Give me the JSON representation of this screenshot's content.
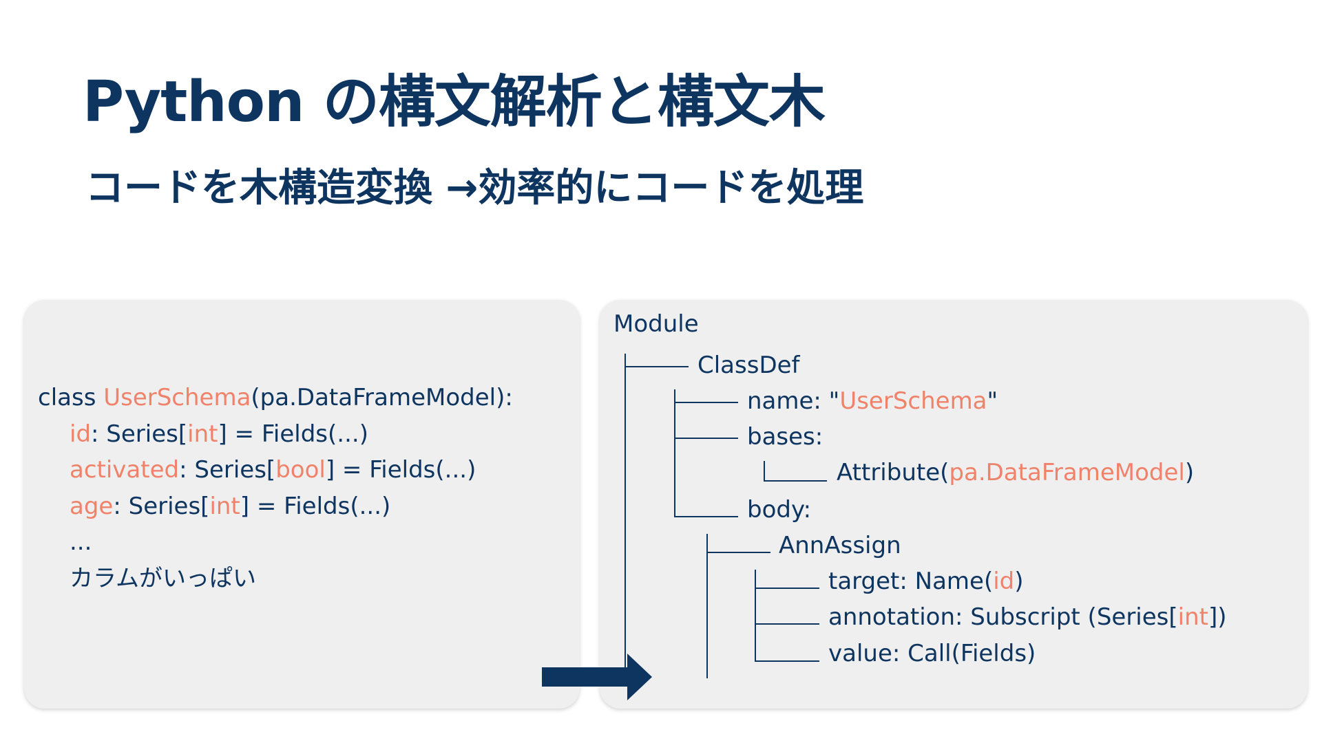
{
  "slide": {
    "title": "Python の構文解析と構文木",
    "subtitle": "コードを木構造変換 →効率的にコードを処理"
  },
  "code_panel": {
    "lines": [
      {
        "parts": [
          "class ",
          "UserSchema",
          "(pa.DataFrameModel):"
        ]
      },
      {
        "parts": [
          "id",
          ": Series[",
          "int",
          "] = Fields(...)"
        ]
      },
      {
        "parts": [
          "activated",
          ": Series[",
          "bool",
          "] = Fields(...)"
        ]
      },
      {
        "parts": [
          "age",
          ": Series[",
          "int",
          "] = Fields(...)"
        ]
      },
      {
        "parts": [
          "..."
        ]
      },
      {
        "parts": [
          "カラムがいっぱい"
        ]
      }
    ]
  },
  "tree_panel": {
    "root": "Module",
    "nodes": [
      {
        "parts": [
          "ClassDef"
        ]
      },
      {
        "parts": [
          "name: \"",
          "UserSchema",
          "\""
        ]
      },
      {
        "parts": [
          "bases:"
        ]
      },
      {
        "parts": [
          "Attribute(",
          "pa.DataFrameModel",
          ")"
        ]
      },
      {
        "parts": [
          "body:"
        ]
      },
      {
        "parts": [
          "AnnAssign"
        ]
      },
      {
        "parts": [
          "target: Name(",
          "id",
          ")"
        ]
      },
      {
        "parts": [
          "annotation: Subscript (Series[",
          "int",
          "])"
        ]
      },
      {
        "parts": [
          "value: Call(Fields)"
        ]
      }
    ]
  },
  "colors": {
    "title_text": "#0e3460",
    "highlight": "#f0826a",
    "panel_background": "#efefef",
    "arrow": "#0e3460"
  },
  "icons": {
    "transform_arrow": "right-arrow-icon"
  }
}
